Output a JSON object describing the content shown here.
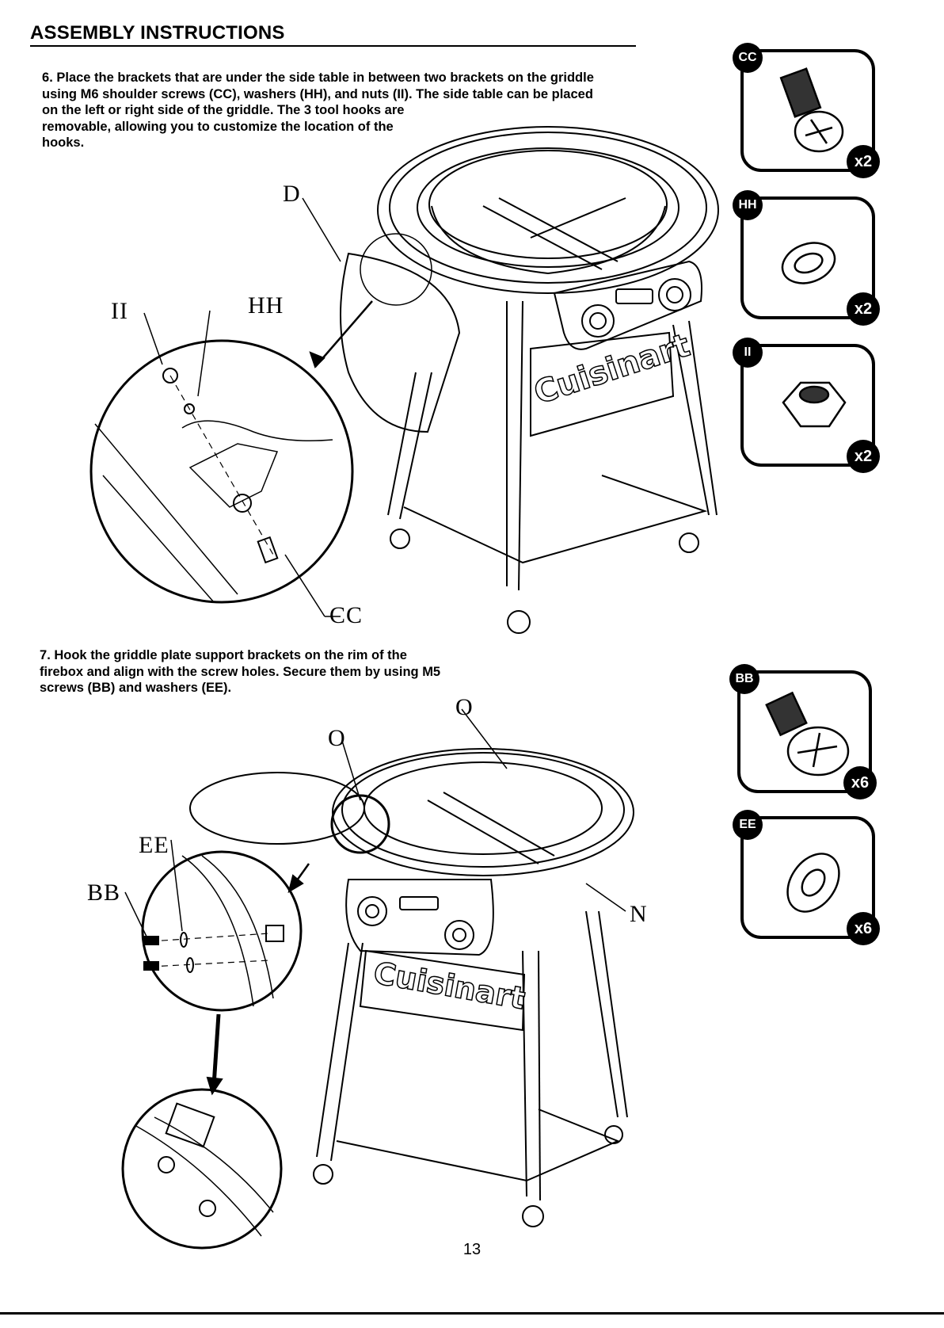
{
  "header": {
    "title": "ASSEMBLY INSTRUCTIONS"
  },
  "step6": {
    "number": "6",
    "line1": ". Place the brackets that are under the side table in between two brackets on the griddle",
    "line2": "using M6 shoulder screws (CC), washers (HH), and nuts (II).  The side table can be placed",
    "rest": "on the left or right side of the griddle. The 3 tool hooks are removable, allowing you to customize the location of the hooks."
  },
  "step7": {
    "number": "7",
    "text": ". Hook the griddle plate support brackets on the rim of the firebox and align with the screw holes. Secure them by using M5 screws (BB) and washers (EE)."
  },
  "callouts": {
    "d": "D",
    "ii": "II",
    "hh": "HH",
    "cc": "CC",
    "o1": "O",
    "o2": "O",
    "ee": "EE",
    "bb": "BB",
    "n": "N"
  },
  "brand": "Cuisinart",
  "parts": [
    {
      "code": "CC",
      "qty": "x2",
      "icon": "shoulder-screw-icon"
    },
    {
      "code": "HH",
      "qty": "x2",
      "icon": "lock-washer-icon"
    },
    {
      "code": "II",
      "qty": "x2",
      "icon": "hex-nut-icon"
    },
    {
      "code": "BB",
      "qty": "x6",
      "icon": "screw-icon"
    },
    {
      "code": "EE",
      "qty": "x6",
      "icon": "flat-washer-icon"
    }
  ],
  "page_number": "13"
}
